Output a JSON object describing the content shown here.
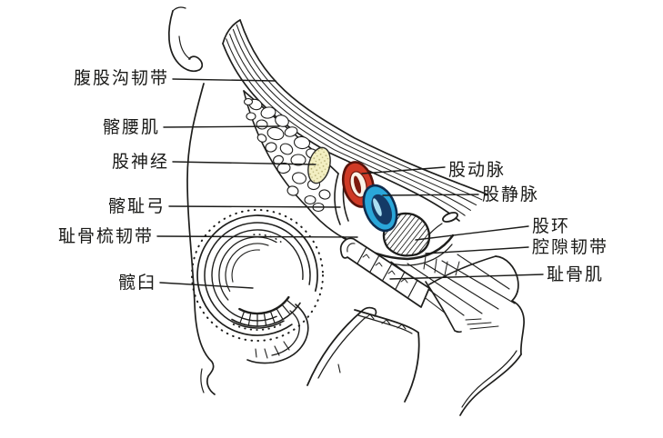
{
  "figure": {
    "type": "anatomical-line-diagram",
    "region": "inguinal-femoral-region",
    "background": "#ffffff",
    "ink": "#1e1e1c"
  },
  "colors": {
    "artery": "#cf3a26",
    "artery_dark": "#7e1a0e",
    "vein": "#2aa6d9",
    "vein_dark": "#143a66",
    "vein_light": "#aadef2",
    "nerve": "#f3efc2",
    "nerve_dot": "#b7b075"
  },
  "labels": {
    "items": [
      {
        "id": "inguinal-ligament",
        "text": "腹股沟韧带",
        "side": "left"
      },
      {
        "id": "iliopsoas",
        "text": "髂腰肌",
        "side": "left"
      },
      {
        "id": "femoral-nerve",
        "text": "股神经",
        "side": "left"
      },
      {
        "id": "iliopectineal-arch",
        "text": "髂耻弓",
        "side": "left"
      },
      {
        "id": "pectineal-ligament",
        "text": "耻骨梳韧带",
        "side": "left"
      },
      {
        "id": "acetabulum",
        "text": "髋臼",
        "side": "left"
      },
      {
        "id": "femoral-artery",
        "text": "股动脉",
        "side": "right"
      },
      {
        "id": "femoral-vein",
        "text": "股静脉",
        "side": "right"
      },
      {
        "id": "femoral-ring",
        "text": "股环",
        "side": "right"
      },
      {
        "id": "lacunar-ligament",
        "text": "腔隙韧带",
        "side": "right"
      },
      {
        "id": "pectineus",
        "text": "耻骨肌",
        "side": "right"
      }
    ]
  }
}
